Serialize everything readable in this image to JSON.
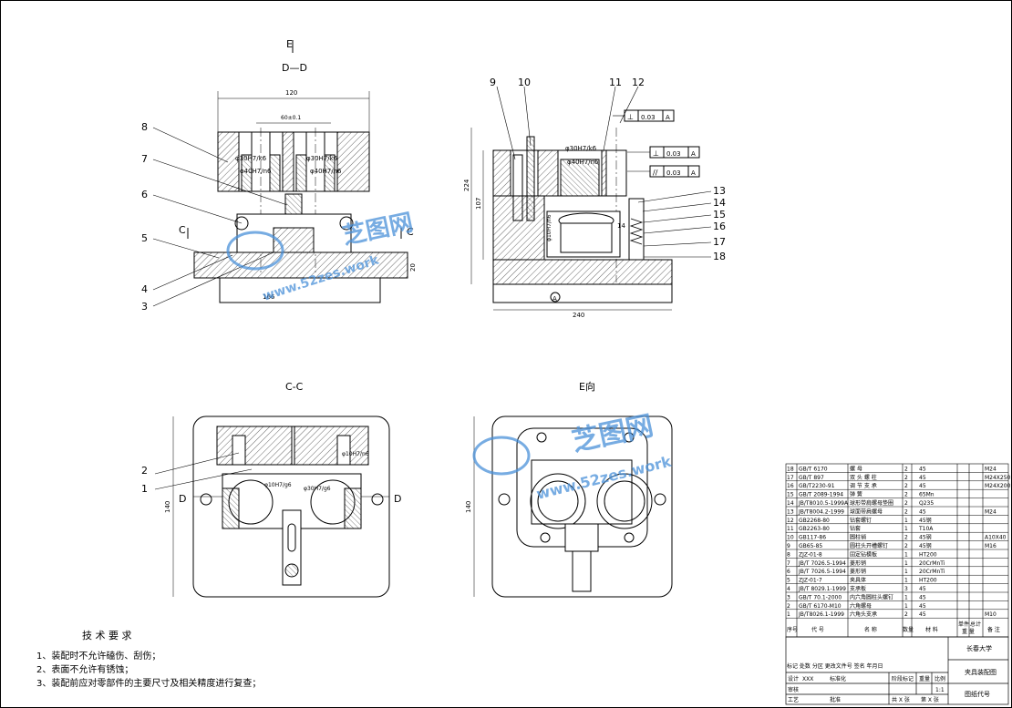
{
  "views": {
    "dd": {
      "title": "D—D",
      "marker": "E"
    },
    "cc": {
      "title": "C-C"
    },
    "ev": {
      "title": "E向"
    }
  },
  "dims": {
    "w120": "120",
    "w60": "60±0.1",
    "w166": "166",
    "h20": "20",
    "w240": "240",
    "h107": "107",
    "h224": "224",
    "h140_left": "140",
    "h140_right": "140",
    "fit1": "φ30H7/k6",
    "fit2": "φ40H7/n6",
    "fit3": "φ30H7/k6",
    "fit4": "φ40H7/n6",
    "fit5": "φ10H7/n6",
    "fit6": "φ10H7/g6",
    "fit7": "φ30H7/g6",
    "tol1": "0.03",
    "tol2": "0.03",
    "tol3": "0.03",
    "datum": "A",
    "dim14": "14",
    "dim10": "φ10H7/n6"
  },
  "callouts": {
    "left": [
      "8",
      "7",
      "6",
      "5",
      "4",
      "3"
    ],
    "right_top": [
      "9",
      "10",
      "11",
      "12"
    ],
    "right_side": [
      "13",
      "14",
      "15",
      "16",
      "17",
      "18"
    ],
    "cc_left": [
      "2",
      "1"
    ]
  },
  "section_marks": {
    "c": "C",
    "d": "D"
  },
  "notes": {
    "heading": "技 术 要 求",
    "items": [
      "1、装配时不允许磕伤、刮伤；",
      "2、表面不允许有锈蚀；",
      "3、装配前应对零部件的主要尺寸及相关精度进行复查；"
    ]
  },
  "bom": {
    "rows": [
      {
        "no": "18",
        "code": "GB/T 6170",
        "name": "螺 母",
        "qty": "2",
        "mat": "45",
        "note": "M24"
      },
      {
        "no": "17",
        "code": "GB/T 897",
        "name": "双 头 螺 柱",
        "qty": "2",
        "mat": "45",
        "note": "M24X250"
      },
      {
        "no": "16",
        "code": "GB/T2230-91",
        "name": "调 节 支 承",
        "qty": "2",
        "mat": "45",
        "note": "M24X200"
      },
      {
        "no": "15",
        "code": "GB/T 2089-1994",
        "name": "弹 簧",
        "qty": "2",
        "mat": "65Mn",
        "note": ""
      },
      {
        "no": "14",
        "code": "JB/T8010.5-1999A",
        "name": "球形带肩螺母垫圈",
        "qty": "2",
        "mat": "Q235",
        "note": ""
      },
      {
        "no": "13",
        "code": "JB/T8004.2-1999",
        "name": "球面带肩螺母",
        "qty": "2",
        "mat": "45",
        "note": "M24"
      },
      {
        "no": "12",
        "code": "GB2268-80",
        "name": "钻套螺钉",
        "qty": "1",
        "mat": "45钢",
        "note": ""
      },
      {
        "no": "11",
        "code": "GB2263-80",
        "name": "钻套",
        "qty": "1",
        "mat": "T10A",
        "note": ""
      },
      {
        "no": "10",
        "code": "GB117-86",
        "name": "圆柱销",
        "qty": "2",
        "mat": "45钢",
        "note": "A10X40"
      },
      {
        "no": "9",
        "code": "GB65-85",
        "name": "圆柱头开槽螺钉",
        "qty": "2",
        "mat": "45钢",
        "note": "M16"
      },
      {
        "no": "8",
        "code": "ZJZ-01-8",
        "name": "固定钻模板",
        "qty": "1",
        "mat": "HT200",
        "note": ""
      },
      {
        "no": "7",
        "code": "JB/T 7026.5-1994",
        "name": "菱形销",
        "qty": "1",
        "mat": "20CrMnTi",
        "note": ""
      },
      {
        "no": "6",
        "code": "JB/T 7026.5-1994",
        "name": "菱形销",
        "qty": "1",
        "mat": "20CrMnTi",
        "note": ""
      },
      {
        "no": "5",
        "code": "ZJZ-01-7",
        "name": "夹具体",
        "qty": "1",
        "mat": "HT200",
        "note": ""
      },
      {
        "no": "4",
        "code": "JB/T 8029.1-1999",
        "name": "支承板",
        "qty": "3",
        "mat": "45",
        "note": ""
      },
      {
        "no": "3",
        "code": "GB/T 70.1-2000",
        "name": "内六角圆柱头螺钉",
        "qty": "1",
        "mat": "45",
        "note": ""
      },
      {
        "no": "2",
        "code": "GB/T 6170-M10",
        "name": "六角螺母",
        "qty": "1",
        "mat": "45",
        "note": ""
      },
      {
        "no": "1",
        "code": "JB/T8026.1-1999",
        "name": "六角头支承",
        "qty": "2",
        "mat": "45",
        "note": "M10"
      }
    ],
    "header": {
      "no": "序号",
      "code": "代  号",
      "name": "名  称",
      "qty": "数量",
      "mat": "材  料",
      "single": "单件",
      "total": "总计",
      "weight": "重  量",
      "remark": "备  注"
    }
  },
  "title_block": {
    "school": "长春大学",
    "drawing": "夹具装配图",
    "code": "图纸代号",
    "scale_label": "比例",
    "scale": "1:1",
    "weight_label": "重量",
    "stage_label": "阶段标记",
    "design_label": "设计",
    "design_name": "XXX",
    "std_label": "标准化",
    "check_label": "审核",
    "process_label": "工艺",
    "approve_label": "批准",
    "sheets": "共 X 张",
    "sheet_no": "第 X 张",
    "rev_labels": "标记 处数 分区 更改文件号 签名 年月日"
  },
  "watermark": {
    "brand": "芝图网",
    "url": "www.52zes.work"
  },
  "colors": {
    "line": "#000000",
    "hatch": "#000000",
    "watermark": "#4a90d9"
  }
}
